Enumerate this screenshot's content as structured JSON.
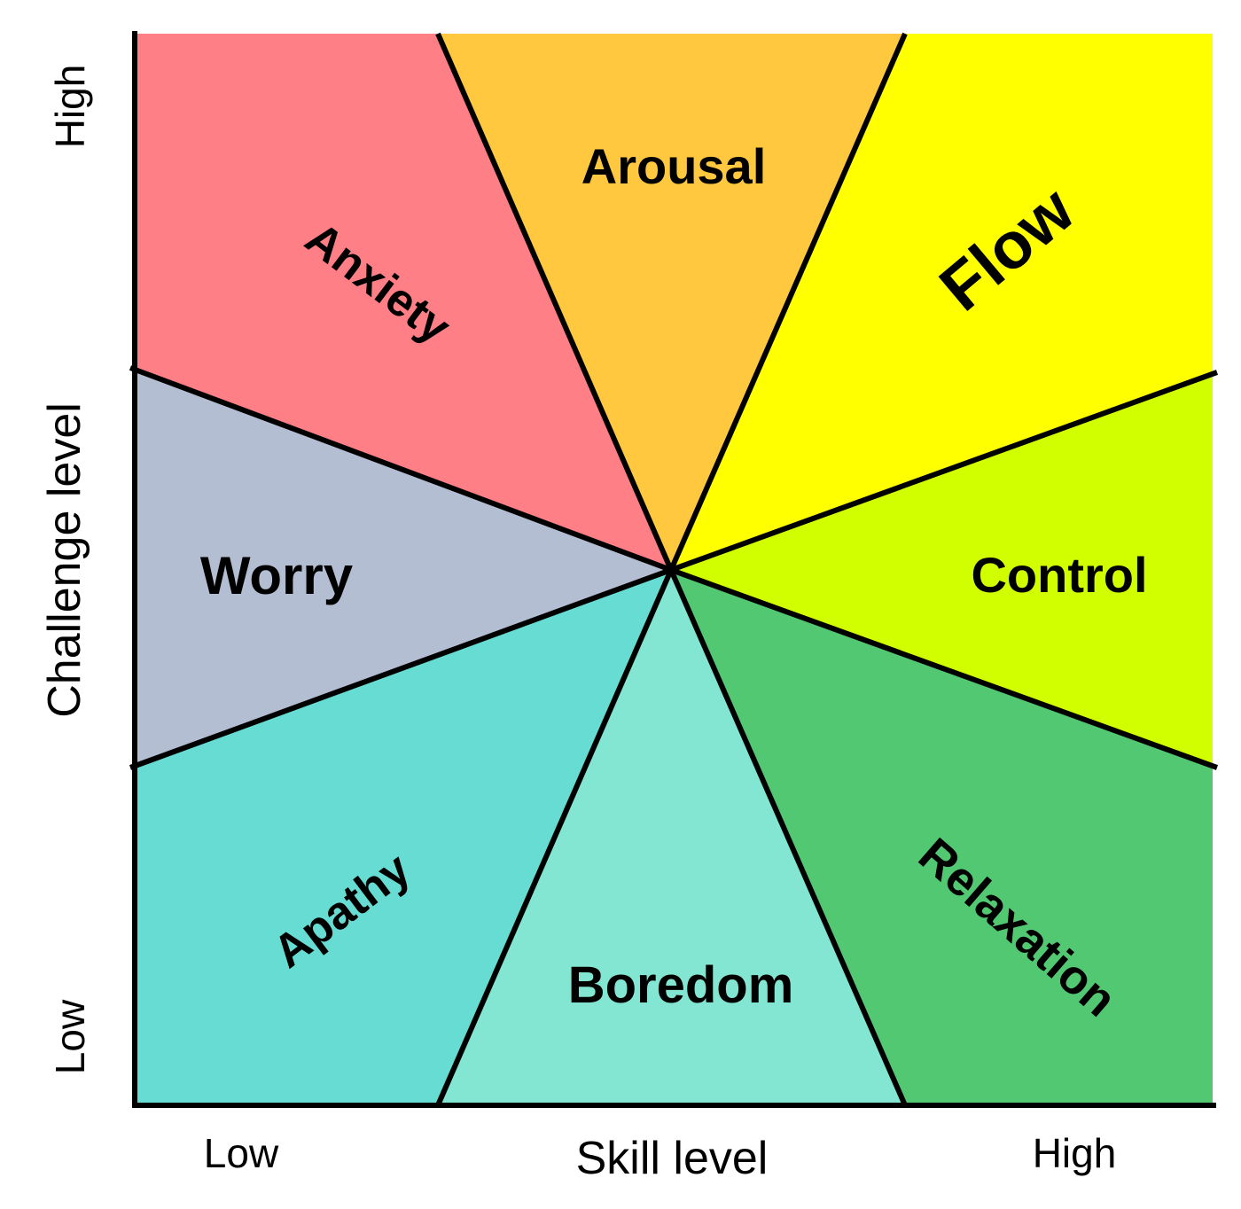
{
  "regions": {
    "anxiety": {
      "label": "Anxiety",
      "color": "#ff7f86"
    },
    "arousal": {
      "label": "Arousal",
      "color": "#ffc83e"
    },
    "flow": {
      "label": "Flow",
      "color": "#ffff00"
    },
    "worry": {
      "label": "Worry",
      "color": "#b4bed2"
    },
    "control": {
      "label": "Control",
      "color": "#d1ff00"
    },
    "apathy": {
      "label": "Apathy",
      "color": "#66dcd2"
    },
    "boredom": {
      "label": "Boredom",
      "color": "#82e6d2"
    },
    "relaxation": {
      "label": "Relaxation",
      "color": "#53c873"
    }
  },
  "axes": {
    "x_title": "Skill level",
    "x_low": "Low",
    "x_high": "High",
    "y_title": "Challenge level",
    "y_low": "Low",
    "y_high": "High"
  },
  "line_color": "#000000"
}
